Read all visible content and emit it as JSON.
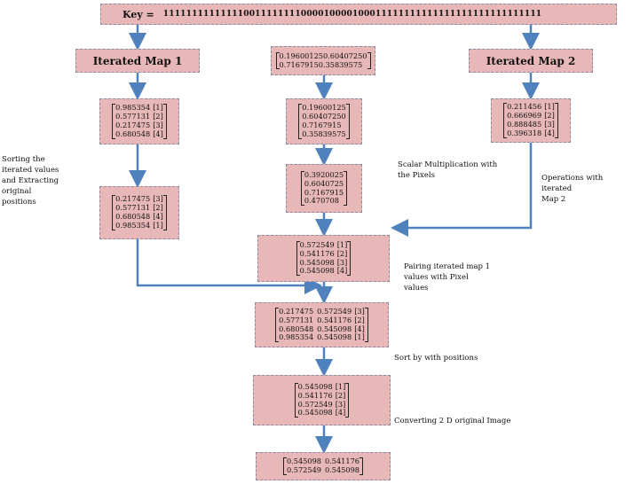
{
  "key": {
    "label": "Key =",
    "value": "111111111111110011111111000010000100011111111111111111111111111111"
  },
  "boxes": {
    "iterated_map_1": "Iterated Map 1",
    "iterated_map_2": "Iterated Map 2",
    "pixel_matrix": [
      [
        "0.19600125",
        "0.60407250"
      ],
      [
        "0.7167915",
        "0.35839575"
      ]
    ],
    "map1_values": [
      [
        "0.985354",
        "[1]"
      ],
      [
        "0.577131",
        "[2]"
      ],
      [
        "0.217475",
        "[3]"
      ],
      [
        "0.680548",
        "[4]"
      ]
    ],
    "map1_sorted": [
      [
        "0.217475",
        "[3]"
      ],
      [
        "0.577131",
        "[2]"
      ],
      [
        "0.680548",
        "[4]"
      ],
      [
        "0.985354",
        "[1]"
      ]
    ],
    "pixel_column": [
      "0.19600125",
      "0.60407250",
      "0.7167915",
      "0.35839575"
    ],
    "scalar_result": [
      "0.3920025",
      "0.6040725",
      "0.7167915",
      "0.470708"
    ],
    "map2_values": [
      [
        "0.211456",
        "[1]"
      ],
      [
        "0.666969",
        "[2]"
      ],
      [
        "0.888485",
        "[3]"
      ],
      [
        "0.396318",
        "[4]"
      ]
    ],
    "operations_result": [
      [
        "0.572549",
        "[1]"
      ],
      [
        "0.541176",
        "[2]"
      ],
      [
        "0.545098",
        "[3]"
      ],
      [
        "0.545098",
        "[4]"
      ]
    ],
    "paired": [
      [
        "0.217475",
        "0.572549",
        "[3]"
      ],
      [
        "0.577131",
        "0.541176",
        "[2]"
      ],
      [
        "0.680548",
        "0.545098",
        "[4]"
      ],
      [
        "0.985354",
        "0.545098",
        "[1]"
      ]
    ],
    "sorted_by_position": [
      [
        "0.545098",
        "[1]"
      ],
      [
        "0.541176",
        "[2]"
      ],
      [
        "0.572549",
        "[3]"
      ],
      [
        "0.545098",
        "[4]"
      ]
    ],
    "final_image": [
      [
        "0.545098",
        "0.541176"
      ],
      [
        "0.572549",
        "0.545098"
      ]
    ]
  },
  "notes": {
    "sorting": [
      "Sorting the",
      "iterated values",
      "and Extracting",
      "original",
      "positions"
    ],
    "scalar": [
      "Scalar Multiplication with",
      "the Pixels"
    ],
    "operations": [
      "Operations with iterated",
      "Map 2"
    ],
    "pairing": [
      "Pairing iterated map 1",
      "values with Pixel",
      "values"
    ],
    "sort_by": [
      "Sort by with positions"
    ],
    "converting": [
      "Converting 2 D original Image"
    ]
  },
  "colors": {
    "box_fill": "#e8b8b8",
    "arrow": "#4f81bd"
  }
}
